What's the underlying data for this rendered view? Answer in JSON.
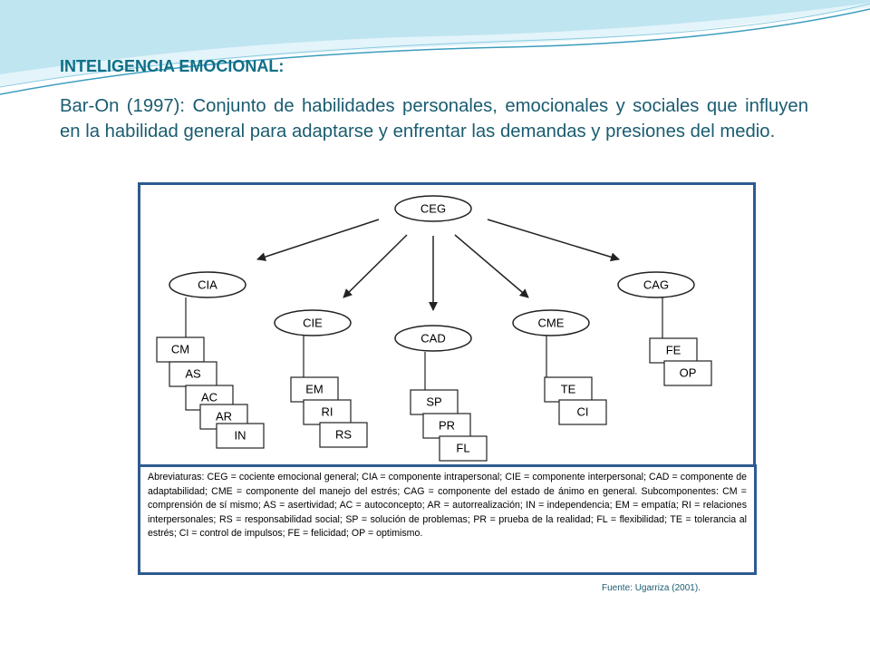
{
  "slide": {
    "title": "INTELIGENCIA EMOCIONAL:",
    "body": "Bar-On (1997): Conjunto de habilidades personales, emocionales y sociales que influyen en la habilidad general para adaptarse y enfrentar las demandas y presiones del medio."
  },
  "diagram": {
    "root": "CEG",
    "components": [
      {
        "label": "CIA",
        "subcomponents": [
          "CM",
          "AS",
          "AC",
          "AR",
          "IN"
        ]
      },
      {
        "label": "CIE",
        "subcomponents": [
          "EM",
          "RI",
          "RS"
        ]
      },
      {
        "label": "CAD",
        "subcomponents": [
          "SP",
          "PR",
          "FL"
        ]
      },
      {
        "label": "CME",
        "subcomponents": [
          "TE",
          "CI"
        ]
      },
      {
        "label": "CAG",
        "subcomponents": [
          "FE",
          "OP"
        ]
      }
    ]
  },
  "abbreviations": "Abreviaturas: CEG = cociente emocional general; CIA = componente intrapersonal; CIE = componente interpersonal; CAD = componente de adaptabilidad; CME = componente del manejo del estrés; CAG = componente del estado de ánimo en general. Subcomponentes: CM = comprensión de sí mismo; AS = asertividad; AC = autoconcepto; AR = autorrealización; IN = independencia; EM = empatía; RI = relaciones interpersonales; RS = responsabilidad social; SP = solución de problemas; PR = prueba de la realidad; FL = flexibilidad; TE = tolerancia al estrés; CI = control de impulsos; FE = felicidad; OP = optimismo.",
  "source": "Fuente: Ugarriza (2001).",
  "colors": {
    "title": "#0f6f86",
    "text": "#1a5c70",
    "frame": "#2e5a91",
    "wave_light": "#d3eef6",
    "wave_mid": "#9fd4e6",
    "wave_dark": "#3a9dbd"
  }
}
